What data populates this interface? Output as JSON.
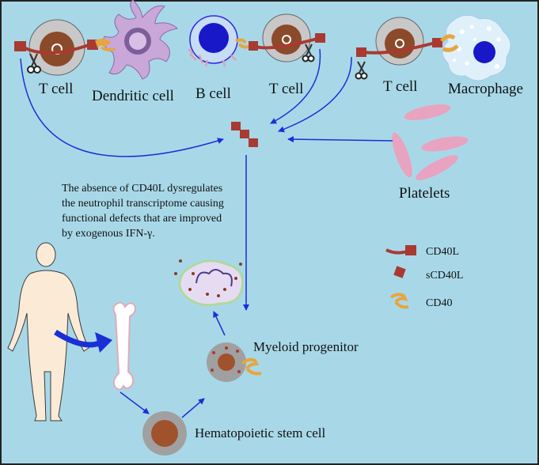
{
  "colors": {
    "background": "#a8d8e8",
    "border": "#222222",
    "arrow": "#1a2fd6",
    "cd40l": "#a83a32",
    "cd40": "#e6a640",
    "platelet": "#e8a3c0",
    "t_cell_outer": "#c8c8c8",
    "t_cell_nucleus": "#8b4a2a",
    "dendritic": "#c9a7d8",
    "b_cell_nucleus": "#1818c8",
    "macrophage_body": "#dff0fb",
    "neutrophil_membrane": "#b0d8a0",
    "stem_nucleus": "#a0522d"
  },
  "labels": {
    "t_cell_1": "T cell",
    "dendritic_cell": "Dendritic cell",
    "b_cell": "B cell",
    "t_cell_2": "T cell",
    "t_cell_3": "T cell",
    "macrophage": "Macrophage",
    "platelets": "Platelets",
    "myeloid_progenitor": "Myeloid progenitor",
    "hematopoietic_stem_cell": "Hematopoietic stem cell"
  },
  "note_lines": [
    "The absence of CD40L dysregulates",
    "the neutrophil transcriptome causing",
    "functional defects that are improved",
    "by exogenous IFN-γ."
  ],
  "legend": [
    {
      "label": "CD40L",
      "icon": "cd40l-ligand-icon"
    },
    {
      "label": "sCD40L",
      "icon": "soluble-cd40l-icon"
    },
    {
      "label": "CD40",
      "icon": "cd40-receptor-icon"
    }
  ]
}
